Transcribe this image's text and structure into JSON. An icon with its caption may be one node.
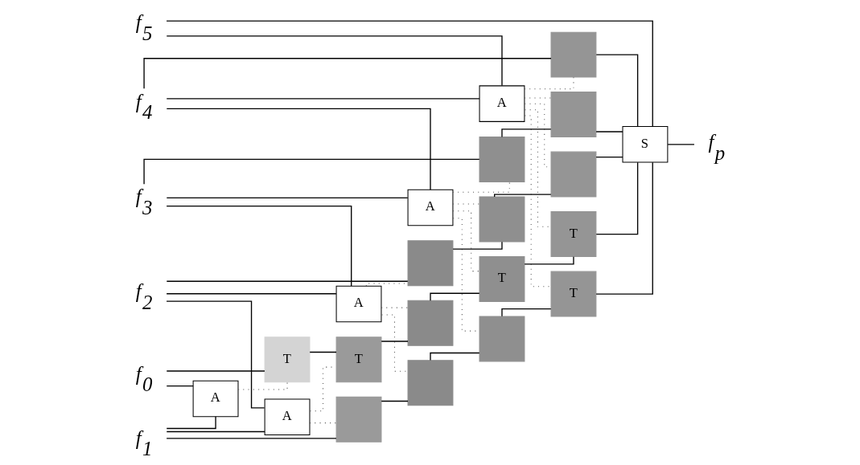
{
  "diagram": {
    "nodes": [
      {
        "text": [
          "f$_{0}$"
        ]
      },
      {
        "text": [
          "f$_{1}$"
        ]
      },
      {
        "text": [
          "f$_{2}$"
        ]
      },
      {
        "text": [
          "f$_{3}$"
        ]
      },
      {
        "text": [
          "f$_{4}$"
        ]
      },
      {
        "text": [
          "f$_{5}$"
        ]
      },
      {
        "text": [
          "A"
        ]
      },
      {
        "text": [
          "A"
        ]
      },
      {
        "text": [
          "A"
        ]
      },
      {
        "text": [
          "A"
        ]
      },
      {
        "text": [
          "A"
        ]
      },
      {
        "text": [
          "T"
        ]
      },
      {
        "text": [
          "T"
        ]
      },
      {
        "text": [],
        "shape": "box"
      },
      {
        "text": [
          "T"
        ]
      },
      {
        "text": [
          "T"
        ]
      },
      {
        "text": [],
        "shape": "box"
      },
      {
        "text": [],
        "shape": "box"
      },
      {
        "text": [],
        "shape": "box"
      },
      {
        "text": [
          "T"
        ]
      },
      {
        "text": [],
        "shape": "box"
      },
      {
        "text": [],
        "shape": "box"
      },
      {
        "text": [],
        "shape": "box"
      },
      {
        "text": [],
        "shape": "box"
      },
      {
        "text": [],
        "shape": "box"
      },
      {
        "text": [],
        "shape": "box"
      },
      {
        "text": [
          "S"
        ]
      },
      {
        "text": [
          "f$_{p}$"
        ]
      }
    ],
    "edges": [
      {
        "from": 0,
        "to": 11,
        "arrow": "none"
      },
      {
        "from": 0,
        "to": 6,
        "arrow": "none"
      },
      {
        "from": 1,
        "to": 6,
        "arrow": "none"
      },
      {
        "from": 6,
        "to": 11,
        "arrow": "none",
        "style": "dashed"
      },
      {
        "from": 1,
        "to": 16,
        "arrow": "none"
      },
      {
        "from": 1,
        "to": 7,
        "arrow": "none"
      },
      {
        "from": 2,
        "to": 7,
        "arrow": "none"
      },
      {
        "from": 7,
        "to": 16,
        "arrow": "none",
        "style": "dashed"
      },
      {
        "from": 7,
        "to": 12,
        "arrow": "none",
        "style": "dashed"
      },
      {
        "from": 2,
        "to": 20,
        "arrow": "none"
      },
      {
        "from": 2,
        "to": 8,
        "arrow": "none"
      },
      {
        "from": 3,
        "to": 8,
        "arrow": "none"
      },
      {
        "from": 8,
        "to": 20,
        "arrow": "none",
        "style": "dashed"
      },
      {
        "from": 8,
        "to": 17,
        "arrow": "none",
        "style": "dashed"
      },
      {
        "from": 8,
        "to": 13,
        "arrow": "none",
        "style": "dashed"
      },
      {
        "from": 3,
        "to": 23,
        "arrow": "none"
      },
      {
        "from": 3,
        "to": 9,
        "arrow": "none"
      },
      {
        "from": 4,
        "to": 9,
        "arrow": "none"
      },
      {
        "from": 9,
        "to": 23,
        "arrow": "none",
        "style": "dashed"
      },
      {
        "from": 9,
        "to": 21,
        "arrow": "none",
        "style": "dashed"
      },
      {
        "from": 9,
        "to": 18,
        "arrow": "none",
        "style": "dashed"
      },
      {
        "from": 9,
        "to": 14,
        "arrow": "none",
        "style": "dashed"
      },
      {
        "from": 4,
        "to": 25,
        "arrow": "none"
      },
      {
        "from": 4,
        "to": 10,
        "arrow": "none"
      },
      {
        "from": 5,
        "to": 10,
        "arrow": "none"
      },
      {
        "from": 10,
        "to": 25,
        "arrow": "none",
        "style": "dashed"
      },
      {
        "from": 10,
        "to": 24,
        "arrow": "none",
        "style": "dashed"
      },
      {
        "from": 10,
        "to": 22,
        "arrow": "none",
        "style": "dashed"
      },
      {
        "from": 10,
        "to": 19,
        "arrow": "none",
        "style": "dashed"
      },
      {
        "from": 10,
        "to": 15,
        "arrow": "none",
        "style": "dashed"
      },
      {
        "from": 11,
        "to": 12,
        "arrow": "none"
      },
      {
        "from": 12,
        "to": 13,
        "arrow": "none"
      },
      {
        "from": 13,
        "to": 14,
        "arrow": "none"
      },
      {
        "from": 14,
        "to": 15,
        "arrow": "none"
      },
      {
        "from": 16,
        "to": 17,
        "arrow": "none"
      },
      {
        "from": 17,
        "to": 18,
        "arrow": "none"
      },
      {
        "from": 18,
        "to": 19,
        "arrow": "none"
      },
      {
        "from": 20,
        "to": 21,
        "arrow": "none"
      },
      {
        "from": 21,
        "to": 22,
        "arrow": "none"
      },
      {
        "from": 23,
        "to": 24,
        "arrow": "none"
      },
      {
        "from": 15,
        "to": 26,
        "arrow": "none"
      },
      {
        "from": 19,
        "to": 26,
        "arrow": "none"
      },
      {
        "from": 22,
        "to": 26,
        "arrow": "none"
      },
      {
        "from": 24,
        "to": 26,
        "arrow": "none"
      },
      {
        "from": 25,
        "to": 26,
        "arrow": "none"
      },
      {
        "from": 5,
        "to": 26,
        "arrow": "none"
      },
      {
        "from": 26,
        "to": 27,
        "arrow": "none"
      }
    ]
  }
}
